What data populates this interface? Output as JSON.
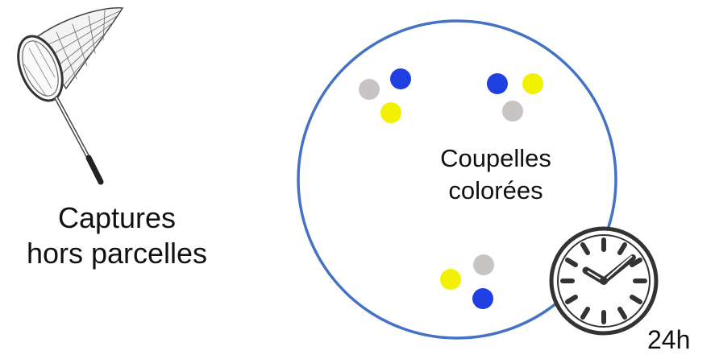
{
  "net": {
    "icon": "butterfly-net-icon",
    "caption_line1": "Captures",
    "caption_line2": "hors parcelles"
  },
  "dish": {
    "caption_line1": "Coupelles",
    "caption_line2": "colorées",
    "ring_color": "#4472c4",
    "cup_colors": {
      "gray": "#c8c4c4",
      "blue": "#1f3fe0",
      "yellow": "#f2f200"
    }
  },
  "timer": {
    "icon": "clock-icon",
    "label": "24h"
  }
}
